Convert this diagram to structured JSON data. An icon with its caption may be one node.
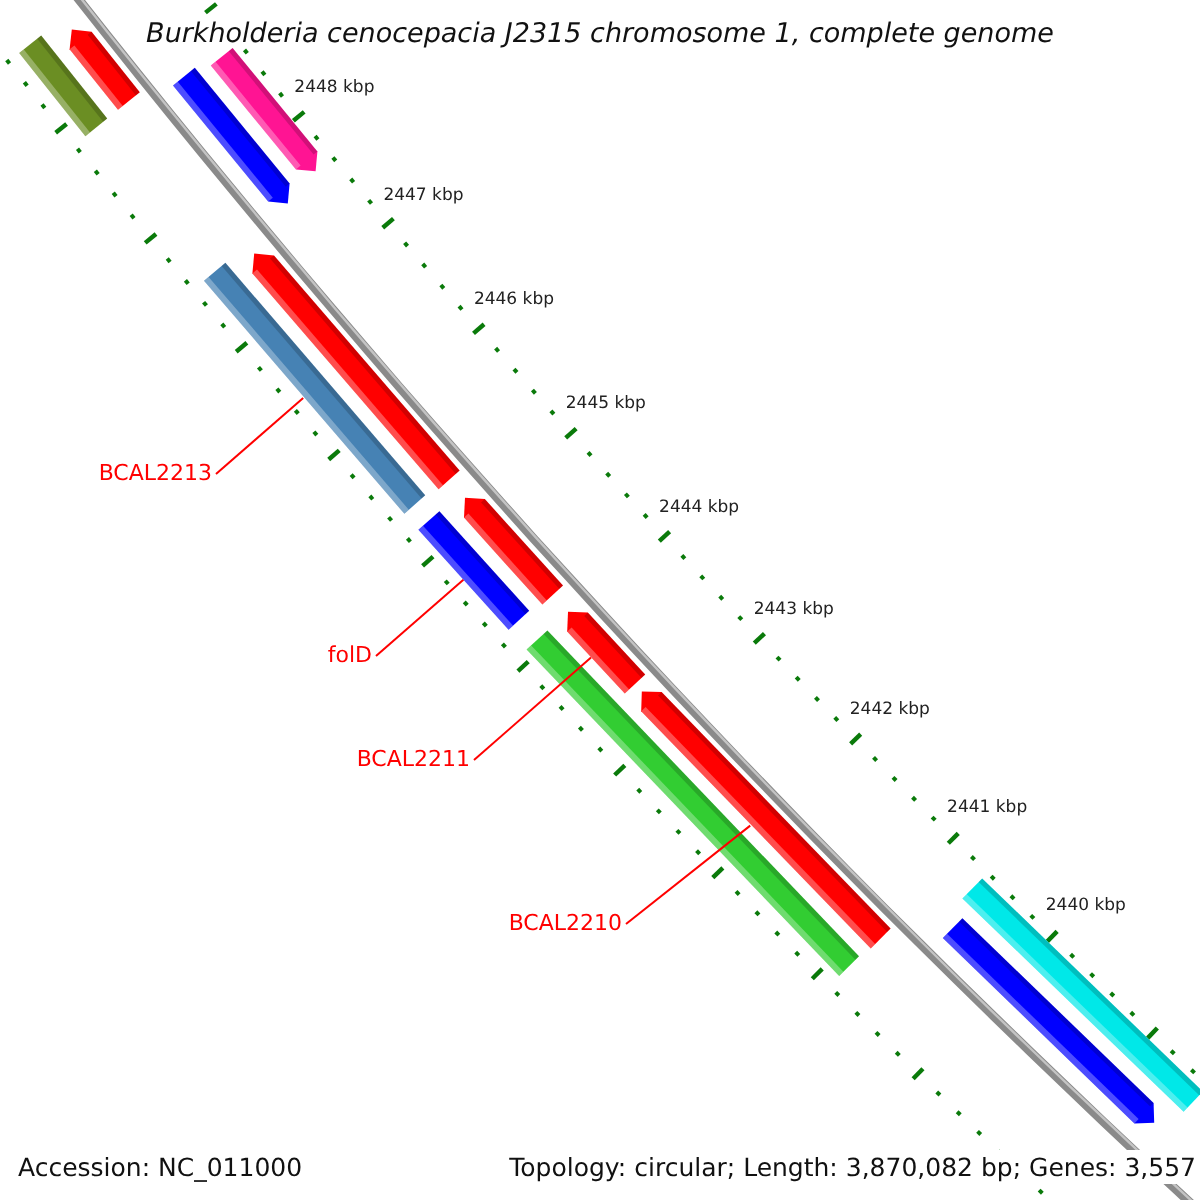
{
  "diagram": {
    "title": "Burkholderia cenocepacia J2315 chromosome 1, complete genome",
    "nodes": [
      {
        "text": [],
        "shape": "bar"
      },
      {
        "text": [],
        "shape": "bar"
      },
      {
        "text": [],
        "shape": "bar"
      },
      {
        "text": [],
        "shape": "bar"
      },
      {
        "text": [],
        "shape": "bar"
      },
      {
        "text": [],
        "shape": "bar"
      },
      {
        "text": [],
        "shape": "bar"
      },
      {
        "text": [],
        "shape": "bar"
      },
      {
        "text": [],
        "shape": "bar"
      },
      {
        "text": [],
        "shape": "bar"
      },
      {
        "text": [],
        "shape": "bar"
      },
      {
        "text": [],
        "shape": "bar"
      },
      {
        "text": [],
        "shape": "bar"
      },
      {
        "text": [
          "BCAL2213"
        ]
      },
      {
        "text": [
          "folD"
        ]
      },
      {
        "text": [
          "BCAL2211"
        ]
      },
      {
        "text": [
          "BCAL2210"
        ]
      }
    ],
    "edges": [
      {
        "from": 13,
        "to": 4,
        "arrow": "none"
      },
      {
        "from": 14,
        "to": 6,
        "arrow": "none"
      },
      {
        "from": 15,
        "to": 8,
        "arrow": "none"
      },
      {
        "from": 16,
        "to": 10,
        "arrow": "none"
      }
    ],
    "labels": [
      "2448 kbp",
      "2447 kbp",
      "2446 kbp",
      "2445 kbp",
      "2444 kbp",
      "2443 kbp",
      "2442 kbp",
      "2441 kbp",
      "2440 kbp",
      "Accession: NC_011000",
      "Topology: circular; Length: 3,870,082 bp; Genes: 3,557"
    ]
  }
}
